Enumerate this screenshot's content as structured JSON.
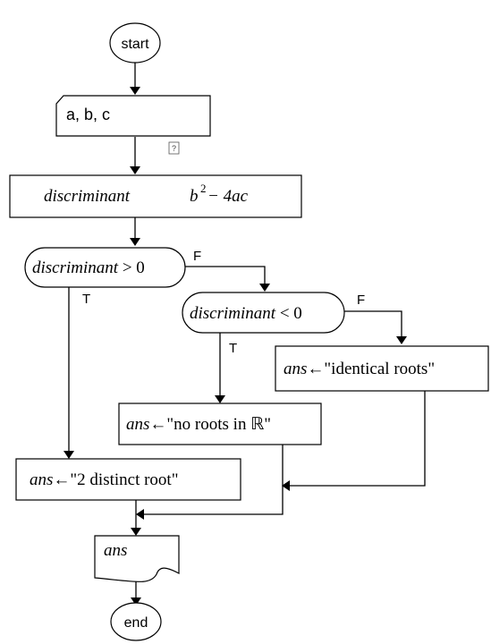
{
  "flowchart": {
    "start": "start",
    "end": "end",
    "input": "a, b, c",
    "input_marker": "?",
    "process": {
      "var": "discriminant",
      "b": "b",
      "exp": "2",
      "rest": " − 4ac"
    },
    "decision1": {
      "var": "discriminant",
      "op": " > 0"
    },
    "decision2": {
      "var": "discriminant",
      "op": " < 0"
    },
    "assign_var": "ans",
    "arrow_symbol": "←",
    "assign_identical": "\"identical roots\"",
    "assign_noroots": "\"no roots in ℝ\"",
    "assign_distinct": "\"2 distinct root\"",
    "output": "ans",
    "true_label": "T",
    "false_label": "F"
  }
}
